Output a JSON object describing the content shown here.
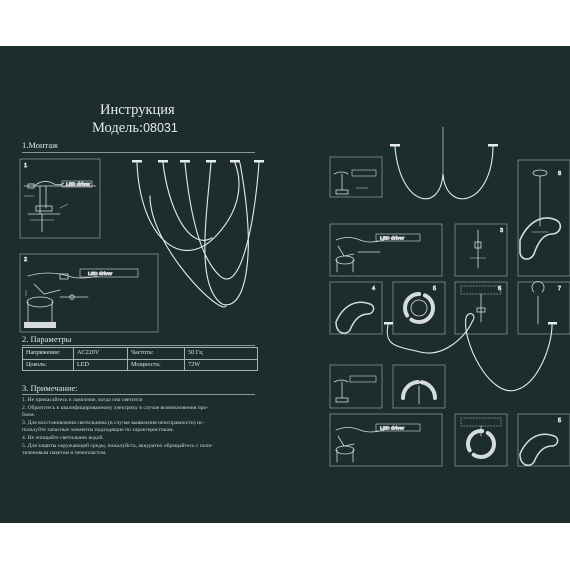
{
  "title": "Инструкция",
  "model_label": "Модель:",
  "model_number": "08031",
  "sections": {
    "mount": "1.Монтаж",
    "params": "2. Параметры",
    "notes": "3. Примечание:"
  },
  "params_table": {
    "voltage_label": "Напряжение:",
    "voltage_value": "AC220V",
    "frequency_label": "Частота:",
    "frequency_value": "50 Гц",
    "base_label": "Цоколь:",
    "base_value": "LED",
    "power_label": "Мощность:",
    "power_value": "72W"
  },
  "notes": [
    "1. Не прикасайтесь к лампочке, когда она светится",
    "2. Обратитесь к квалифицированному электрику в случае возникновения про-",
    "блем.",
    "3. Для восстановления светильника (в случае выявления неисправности) ис-",
    "пользуйте запасные элементы подходящие по характеристикам.",
    "4. Не очищайте светильник водой.",
    "5. Для защиты окружающей среды, пожалуйста, аккуратно обращайтесь с поли-",
    "тиленовым пакетом и пенопластом."
  ],
  "diagram_labels": {
    "led_driver": "LED driver",
    "step_1": "1",
    "step_2": "2",
    "step_3": "3",
    "step_4": "4",
    "step_5": "5",
    "step_6": "6",
    "step_7": "7",
    "step_8": "8",
    "step_9": "9"
  },
  "colors": {
    "background": "#1d2c2d",
    "text": "#dfe4e3",
    "line": "#d6dcdb"
  }
}
